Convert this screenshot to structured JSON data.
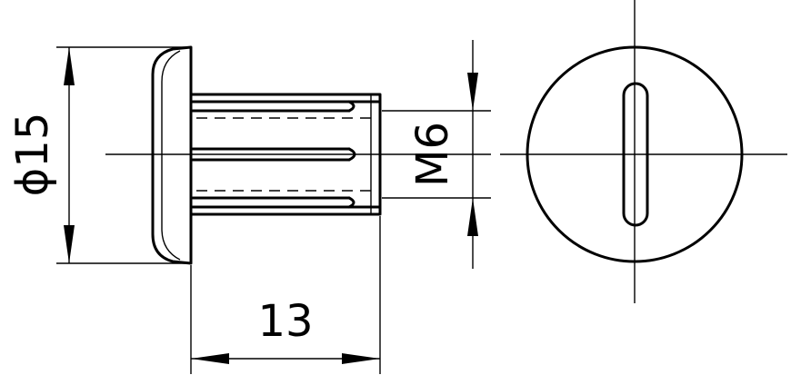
{
  "dimensions": {
    "diameter": "ϕ15",
    "length": "13",
    "thread": "M6"
  }
}
